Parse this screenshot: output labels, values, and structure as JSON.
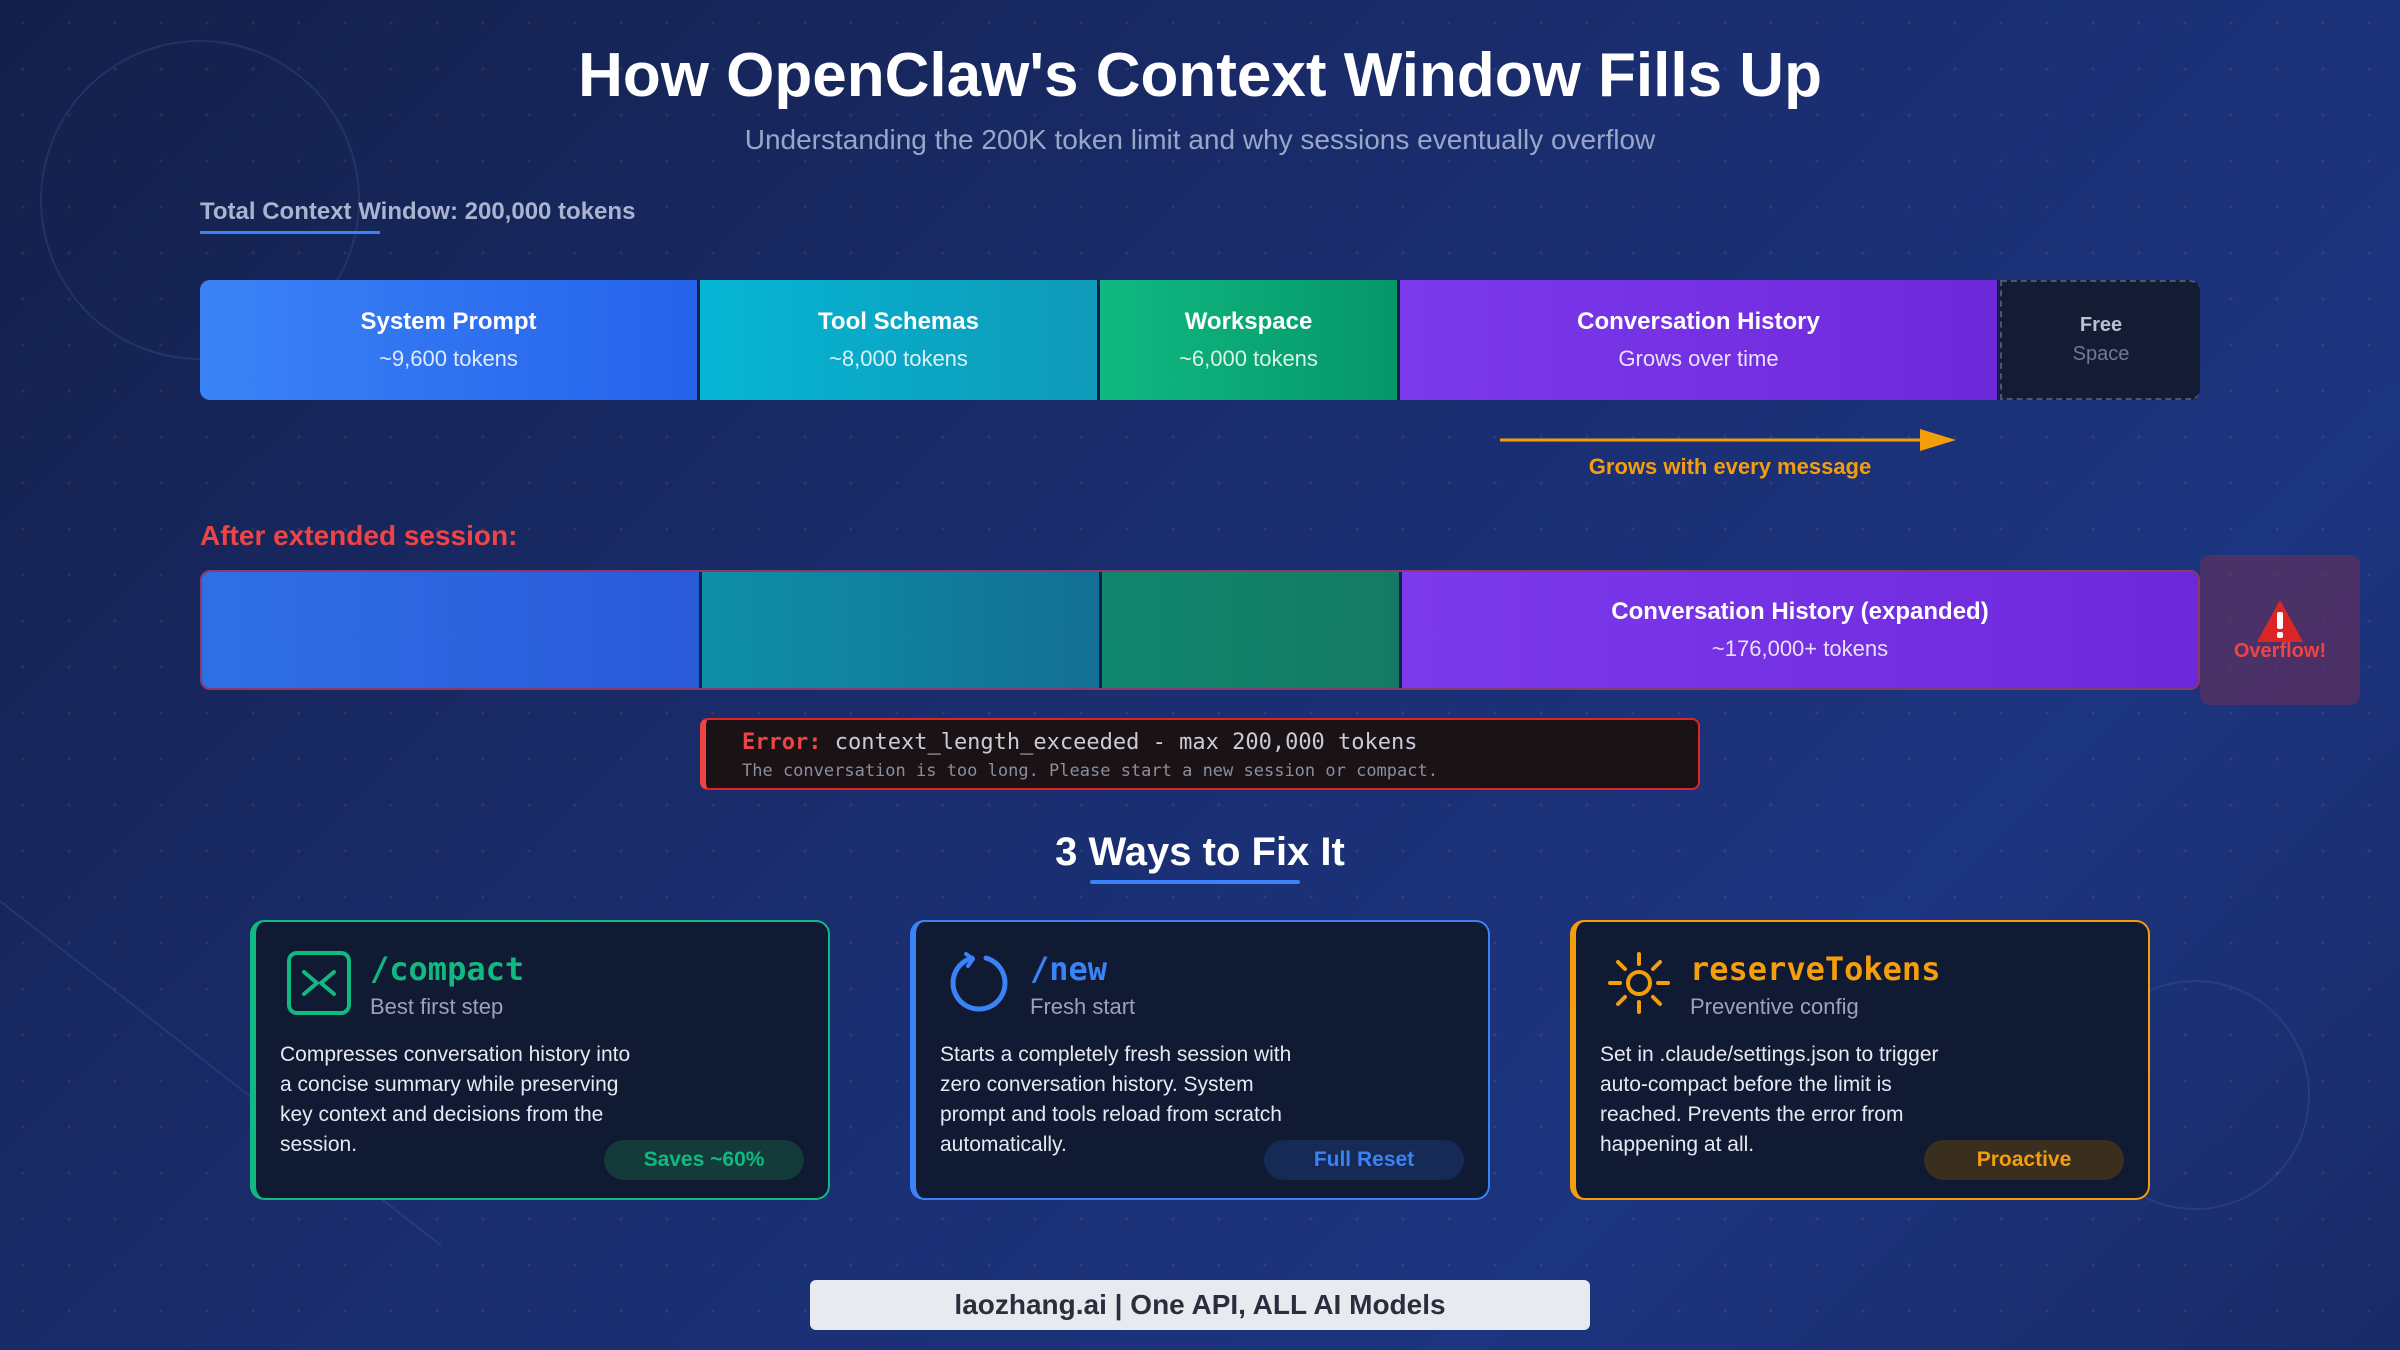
{
  "header": {
    "title": "How OpenClaw's Context Window Fills Up",
    "subtitle": "Understanding the 200K token limit and why sessions eventually overflow"
  },
  "total_label": "Total Context Window: 200,000 tokens",
  "bar": {
    "segments": [
      {
        "name": "System Prompt",
        "detail": "~9,600 tokens",
        "color": "#3b82f6"
      },
      {
        "name": "Tool Schemas",
        "detail": "~8,000 tokens",
        "color": "#06b6d4"
      },
      {
        "name": "Workspace",
        "detail": "~6,000 tokens",
        "color": "#10b981"
      },
      {
        "name": "Conversation History",
        "detail": "Grows over time",
        "color": "#7c3aed"
      },
      {
        "name": "Free",
        "detail": "Space",
        "color": "#141c33"
      }
    ],
    "grow_label": "Grows with every message"
  },
  "after": {
    "label": "After extended session:",
    "conversation_title": "Conversation History (expanded)",
    "conversation_detail": "~176,000+ tokens",
    "overflow_label": "Overflow!"
  },
  "error": {
    "prefix": "Error:",
    "message": "context_length_exceeded - max 200,000 tokens",
    "detail": "The conversation is too long. Please start a new session or compact."
  },
  "fix_title": "3 Ways to Fix It",
  "cards": [
    {
      "title": "/compact",
      "subtitle": "Best first step",
      "description": "Compresses conversation history into a concise summary while preserving key context and decisions from the session.",
      "badge": "Saves ~60%",
      "icon": "compress-icon",
      "color": "#10b981"
    },
    {
      "title": "/new",
      "subtitle": "Fresh start",
      "description": "Starts a completely fresh session with zero conversation history. System prompt and tools reload from scratch automatically.",
      "badge": "Full Reset",
      "icon": "refresh-icon",
      "color": "#3b82f6"
    },
    {
      "title": "reserveTokens",
      "subtitle": "Preventive config",
      "description": "Set in .claude/settings.json to trigger auto-compact before the limit is reached. Prevents the error from happening at all.",
      "badge": "Proactive",
      "icon": "sun-icon",
      "color": "#f59e0b"
    }
  ],
  "footer": "laozhang.ai | One API, ALL AI Models"
}
